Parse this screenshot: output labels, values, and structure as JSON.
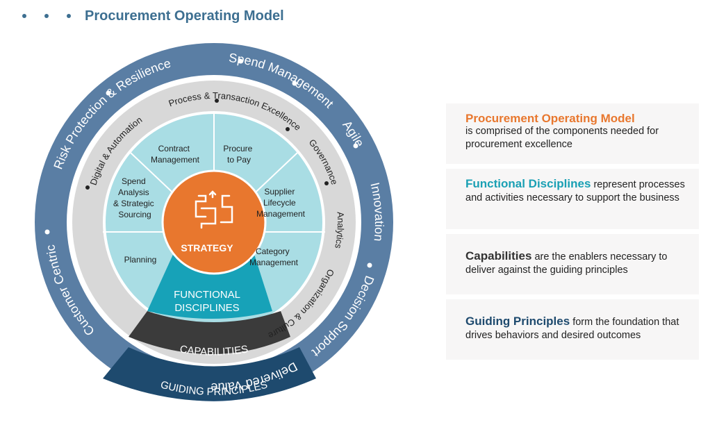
{
  "header": {
    "title": "Procurement Operating Model"
  },
  "wheel": {
    "strategy": "STRATEGY",
    "functional_disciplines": [
      "FUNCTIONAL",
      "DISCIPLINES"
    ],
    "capabilities": "CAPABILITIES",
    "guiding_principles": "GUIDING PRINCIPLES",
    "outer_ring": [
      "Risk Protection & Resilience",
      "Spend Management",
      "Agile",
      "Innovation",
      "Decision Support",
      "Delivered Value",
      "Customer Centric"
    ],
    "middle_ring": [
      "Process & Transaction Excellence",
      "Governance",
      "Analytics",
      "Organization & Culture",
      "Digital & Automation"
    ],
    "segments": {
      "contract_management": [
        "Contract",
        "Management"
      ],
      "procure_to_pay": [
        "Procure",
        "to Pay"
      ],
      "supplier_lifecycle": [
        "Supplier",
        "Lifecycle",
        "Management"
      ],
      "category_management": [
        "Category",
        "Management"
      ],
      "planning": [
        "Planning"
      ],
      "spend_analysis": [
        "Spend",
        "Analysis",
        "& Strategic",
        "Sourcing"
      ]
    }
  },
  "legend": [
    {
      "heading": "Procurement Operating Model",
      "text": "is comprised of the components needed for procurement excellence"
    },
    {
      "heading": "Functional Disciplines",
      "text": " represent processes and activities necessary to support the business"
    },
    {
      "heading": "Capabilities",
      "text": " are the enablers necessary to deliver against the guiding principles"
    },
    {
      "heading": "Guiding Principles",
      "text": " form the foundation that drives behaviors and desired outcomes"
    }
  ],
  "colors": {
    "outer_ring": "#5a7ea4",
    "middle_ring": "#d8d8d8",
    "segments": "#a9dde4",
    "functional": "#17a2b8",
    "strategy": "#e8772e",
    "capabilities": "#3b3b3b",
    "guiding": "#1e4a6e"
  }
}
